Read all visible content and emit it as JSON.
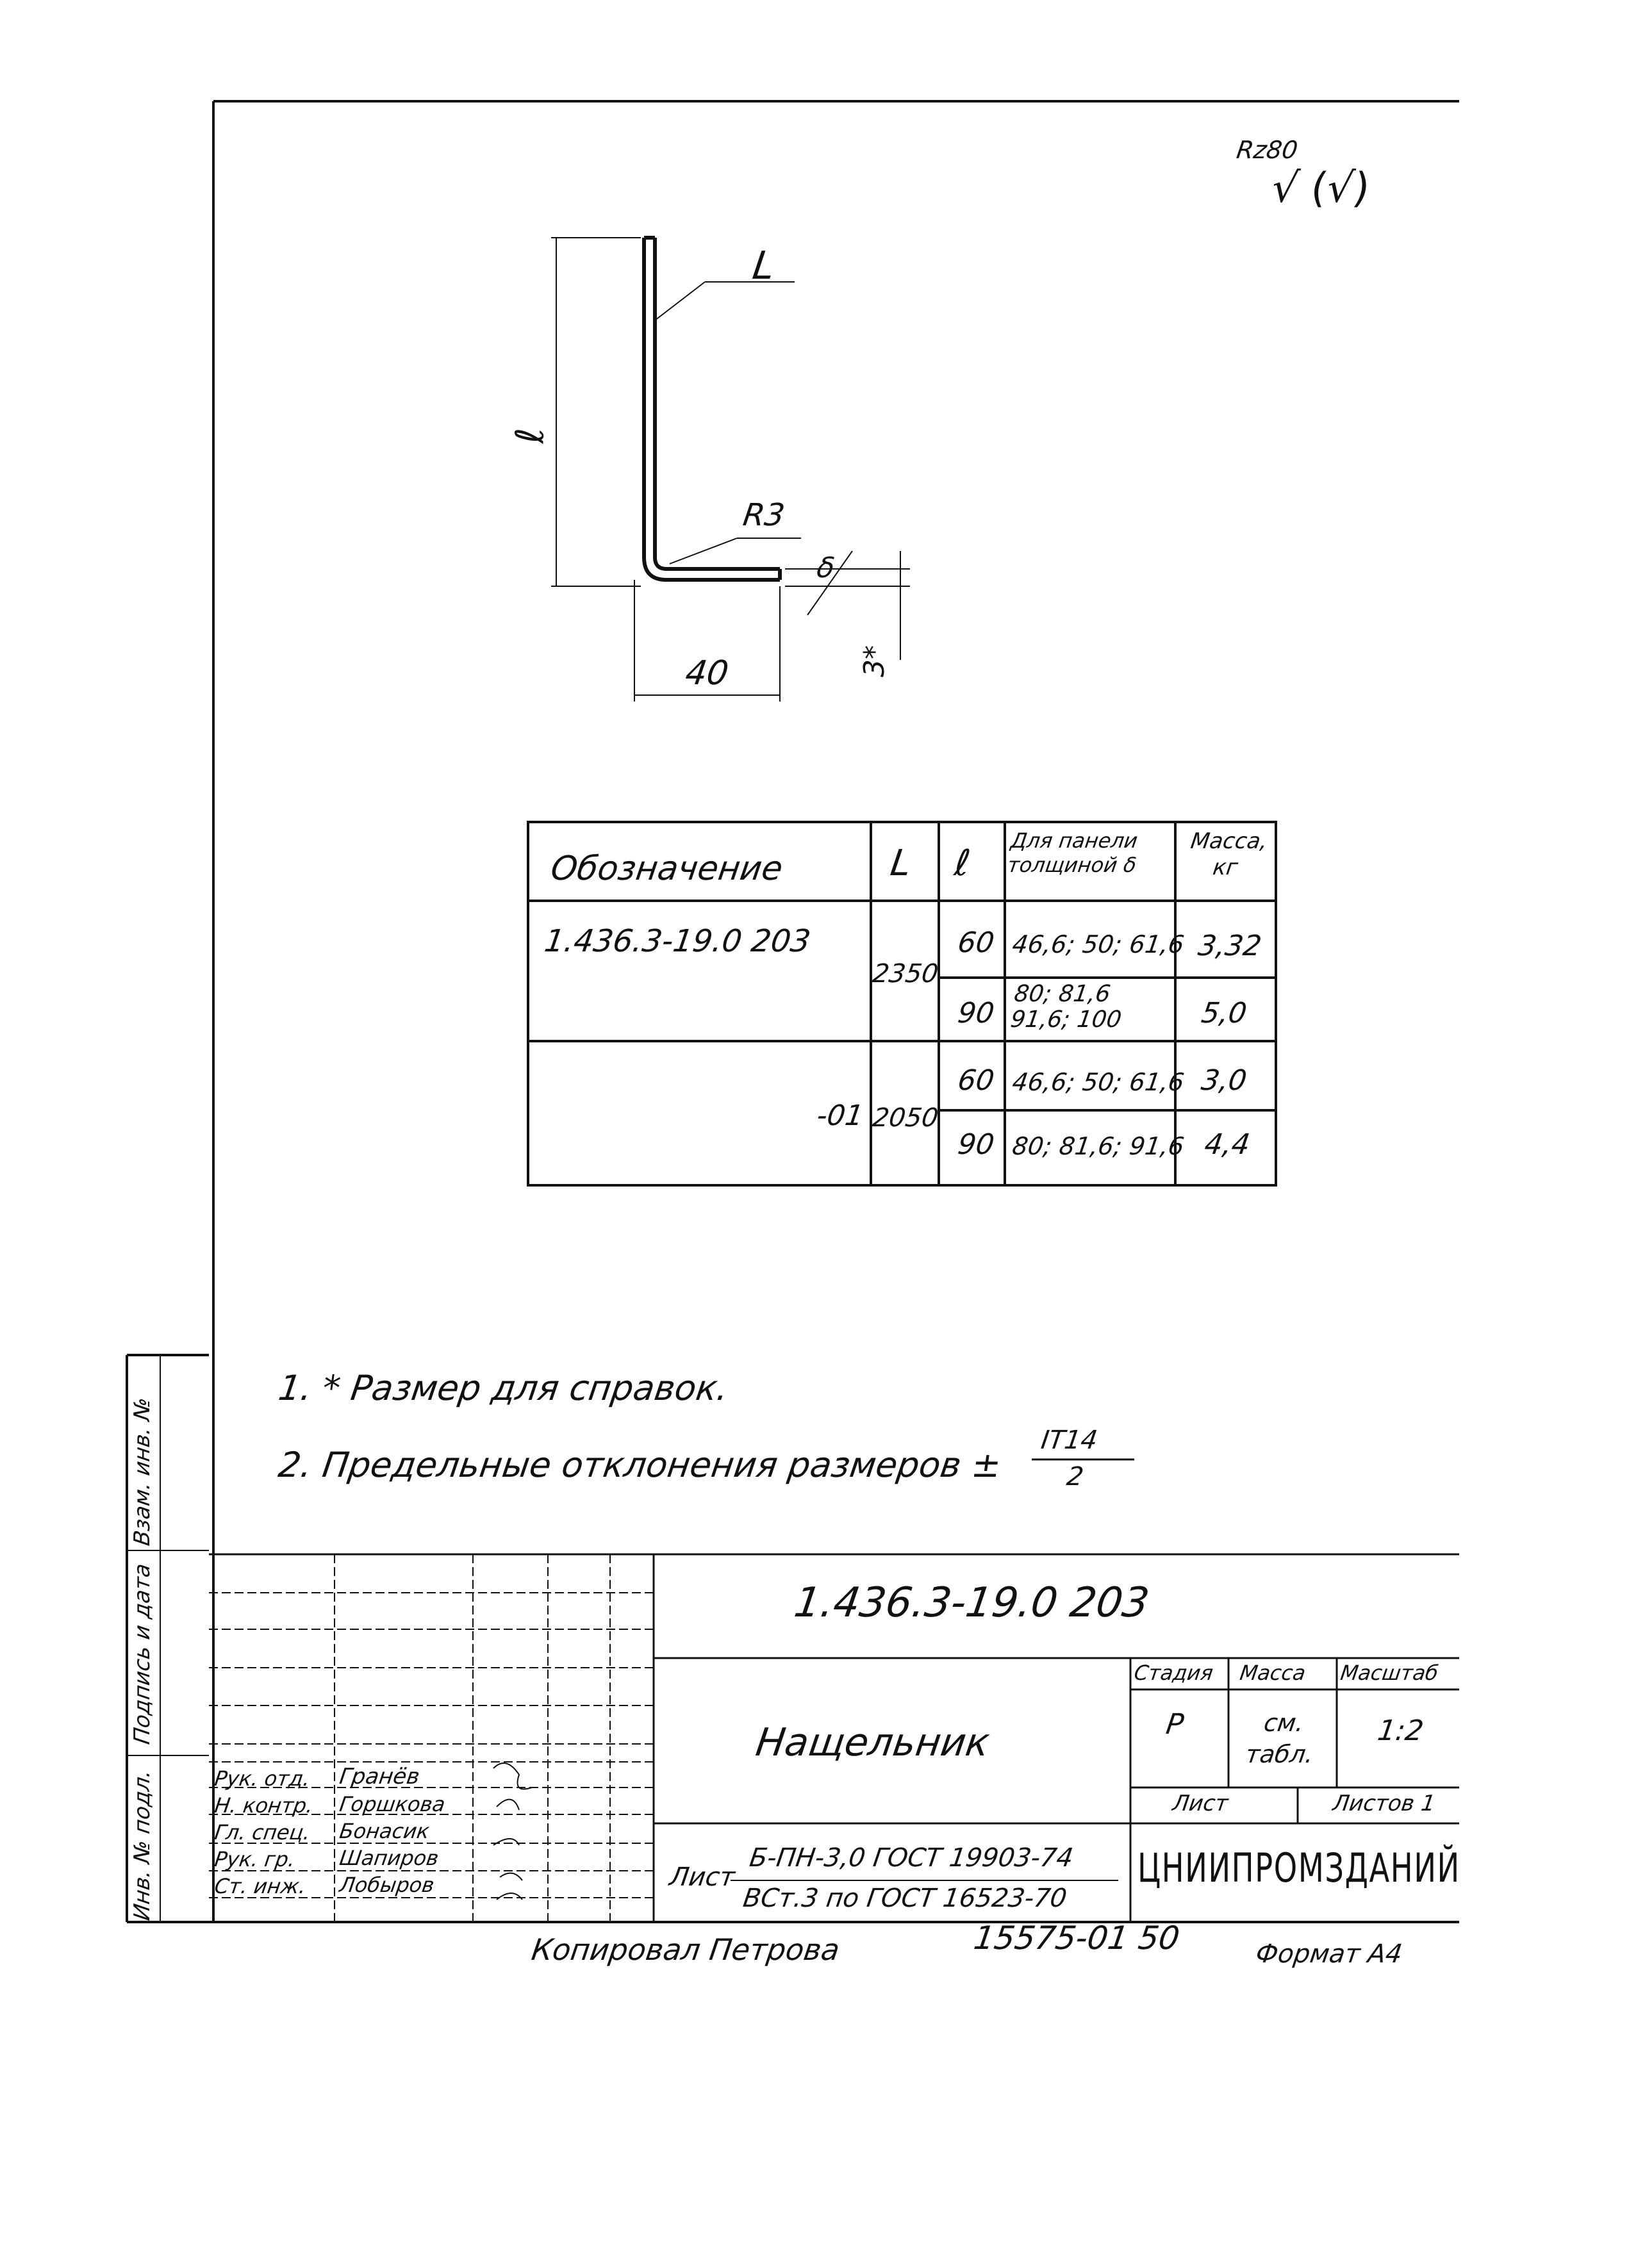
{
  "roughness": {
    "label": "Rz80",
    "symbol": "√ (√)"
  },
  "drawing": {
    "leader_L": "L",
    "dim_l": "ℓ",
    "radius": "R3",
    "thickness": "δ",
    "ref_dim": "3*",
    "dim_40": "40"
  },
  "table": {
    "headers": [
      "Обозначение",
      "L",
      "ℓ",
      "Для панели толщиной δ",
      "Масса, кг"
    ],
    "rows": [
      {
        "designation": "1.436.3-19.0 203",
        "L": "2350",
        "l": "60",
        "panel": "46,6; 50; 61,6",
        "mass": "3,32"
      },
      {
        "designation": "",
        "L": "",
        "l": "90",
        "panel": "80; 81,6 91,6; 100",
        "mass": "5,0"
      },
      {
        "designation": "-01",
        "L": "2050",
        "l": "60",
        "panel": "46,6; 50; 61,6",
        "mass": "3,0"
      },
      {
        "designation": "",
        "L": "",
        "l": "90",
        "panel": "80; 81,6; 91,6",
        "mass": "4,4"
      }
    ]
  },
  "notes": [
    "1. * Размер для справок.",
    "2. Предельные отклонения размеров ±"
  ],
  "tolerance": {
    "numerator": "IT14",
    "denominator": "2"
  },
  "title_block": {
    "doc_number": "1.436.3-19.0 203",
    "name": "Нащельник",
    "stage_label": "Стадия",
    "mass_label": "Масса",
    "scale_label": "Масштаб",
    "stage": "Р",
    "mass": "см. табл.",
    "scale": "1:2",
    "sheet_label": "Лист",
    "sheets_label": "Листов 1",
    "material_prefix": "Лист",
    "material_top": "Б-ПН-3,0 ГОСТ 19903-74",
    "material_bottom": "ВСт.3 по ГОСТ 16523-70",
    "organization": "ЦНИИПРОМЗДАНИЙ",
    "roles": [
      "Рук. отд.",
      "Н. контр.",
      "Гл. спец.",
      "Рук. гр.",
      "Ст. инж."
    ],
    "names": [
      "Гранёв",
      "Горшкова",
      "Бонасик",
      "Шапиров",
      "Лобыров"
    ],
    "side_labels": [
      "Взам. инв. №",
      "Подпись и дата",
      "Инв. № подл."
    ]
  },
  "footer": {
    "copied": "Копировал Петрова",
    "code": "15575-01 50",
    "format": "Формат А4"
  }
}
